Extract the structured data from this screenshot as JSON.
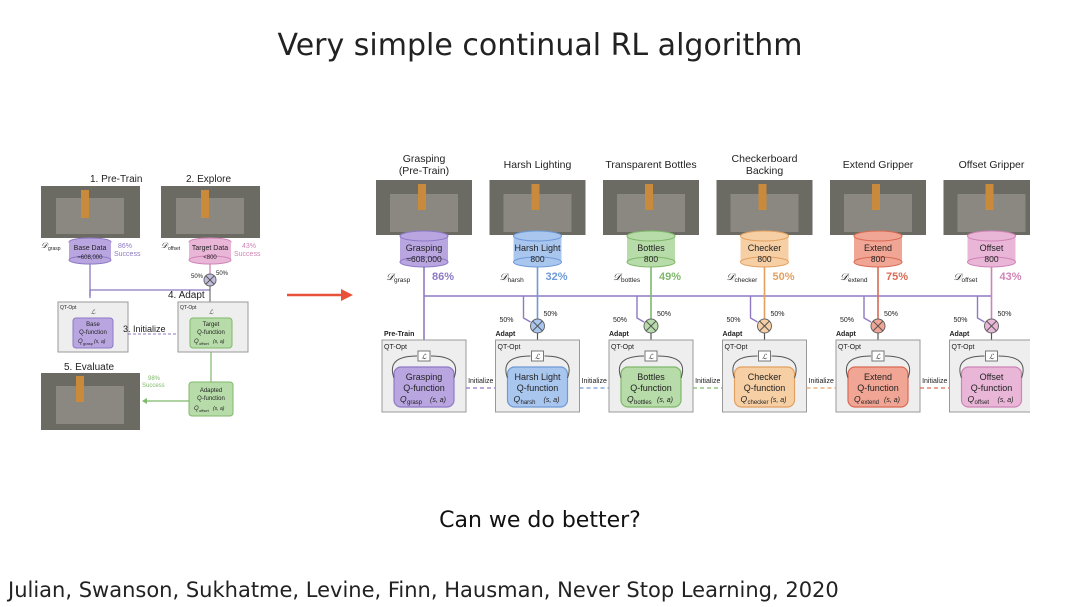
{
  "slide": {
    "title": "Very simple continual RL algorithm",
    "question": "Can we do better?",
    "citation": "Julian, Swanson, Sukhatme, Levine, Finn, Hausman, Never Stop Learning, 2020"
  },
  "left_diagram": {
    "step1": "1. Pre-Train",
    "step2": "2. Explore",
    "step3": "3. Initialize",
    "step4": "4. Adapt",
    "step5": "5. Evaluate",
    "base_data_line1": "Base Data",
    "base_data_line2": "≈608,000",
    "target_data_line1": "Target Data",
    "target_data_line2": "<800",
    "d_grasp": "𝒟",
    "d_grasp_sub": "grasp",
    "d_offset": "𝒟",
    "d_offset_sub": "offset",
    "base_success_pct": "86%",
    "base_success_word": "Success",
    "target_success_pct": "43%",
    "target_success_word": "Success",
    "mix_left": "50%",
    "mix_right": "50%",
    "qt_opt_1": "QT-Opt",
    "qt_opt_2": "QT-Opt",
    "base_q_line1": "Base",
    "base_q_line2": "Q-function",
    "base_q_line3": "Q",
    "base_q_sub": "grasp",
    "base_q_args": "(s, a)",
    "target_q_line1": "Target",
    "target_q_line2": "Q-function",
    "target_q_line3": "Q",
    "target_q_sub": "offset",
    "target_q_args": "(s, a)",
    "adapted_line1": "Adapted",
    "adapted_line2": "Q-function",
    "adapted_line3": "Q",
    "adapted_sub": "offset",
    "adapted_args": "(s, a)",
    "eval_pct": "98%",
    "eval_word": "Success",
    "loss_symbol": "ℒ"
  },
  "right_diagram": {
    "columns": [
      {
        "header": [
          "Grasping",
          "(Pre-Train)"
        ],
        "db_line1": "Grasping",
        "db_line2": "≈608,000",
        "d_sub": "grasp",
        "pct": "86%",
        "q_line1": "Grasping",
        "q_sub": "grasp",
        "color": "#b9a6e0",
        "stroke": "#8d79c4"
      },
      {
        "header": [
          "Harsh Lighting"
        ],
        "db_line1": "Harsh Light",
        "db_line2": "800",
        "d_sub": "harsh",
        "pct": "32%",
        "q_line1": "Harsh Light",
        "q_sub": "harsh",
        "color": "#a9c6ef",
        "stroke": "#6e9ad6"
      },
      {
        "header": [
          "Transparent Bottles"
        ],
        "db_line1": "Bottles",
        "db_line2": "800",
        "d_sub": "bottles",
        "pct": "49%",
        "q_line1": "Bottles",
        "q_sub": "bottles",
        "color": "#b7dca9",
        "stroke": "#7fb86a"
      },
      {
        "header": [
          "Checkerboard",
          "Backing"
        ],
        "db_line1": "Checker",
        "db_line2": "800",
        "d_sub": "checker",
        "pct": "50%",
        "q_line1": "Checker",
        "q_sub": "checker",
        "color": "#f6cfa5",
        "stroke": "#e3a060"
      },
      {
        "header": [
          "Extend Gripper"
        ],
        "db_line1": "Extend",
        "db_line2": "800",
        "d_sub": "extend",
        "pct": "75%",
        "q_line1": "Extend",
        "q_sub": "extend",
        "color": "#f1a594",
        "stroke": "#d96a54"
      },
      {
        "header": [
          "Offset Gripper"
        ],
        "db_line1": "Offset",
        "db_line2": "800",
        "d_sub": "offset",
        "pct": "43%",
        "q_line1": "Offset",
        "q_sub": "offset",
        "color": "#e9b6d8",
        "stroke": "#cf84b6"
      }
    ],
    "pretrain_label": "Pre-Train",
    "adapt_label": "Adapt",
    "qt_opt": "QT-Opt",
    "q_function": "Q-function",
    "q_symbol": "Q",
    "q_args": "(s, a)",
    "initialize": "Initialize",
    "mix_pct": "50%",
    "d_symbol": "𝒟",
    "loss_symbol": "ℒ"
  },
  "colors": {
    "purple": "#8d79c4",
    "arrow": "#e8503a",
    "green": "#7fb86a",
    "gray_box": "#eeeeee"
  }
}
